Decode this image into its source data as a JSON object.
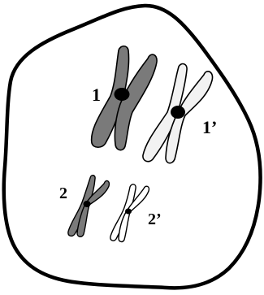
{
  "cell": {
    "outline_color": "#000000",
    "fill_color": "#ffffff"
  },
  "chromosomes": [
    {
      "label": "1",
      "fill": "#7a7a7a",
      "centromere": "#000000"
    },
    {
      "label": "1’",
      "fill": "#f2f2f2",
      "centromere": "#000000"
    },
    {
      "label": "2",
      "fill": "#7a7a7a",
      "centromere": "#000000"
    },
    {
      "label": "2’",
      "fill": "#ffffff",
      "centromere": "#000000"
    }
  ]
}
